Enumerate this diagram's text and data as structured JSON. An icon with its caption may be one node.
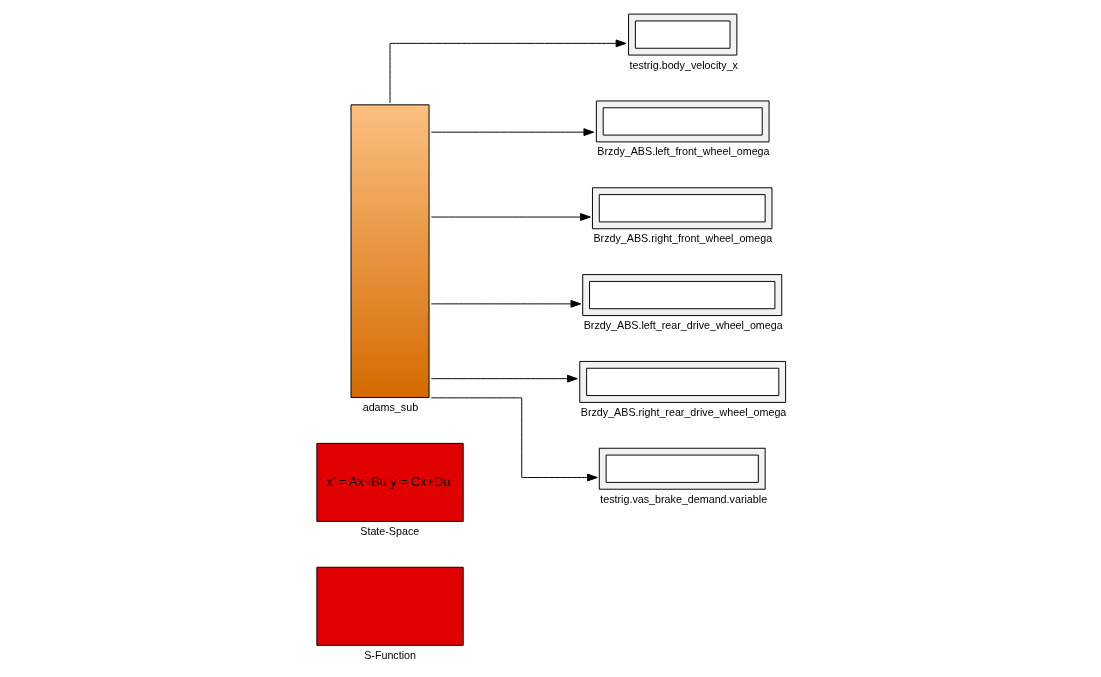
{
  "diagram": {
    "nodes": [
      {
        "text": [],
        "shape": "box",
        "beside": [
          "S-Function"
        ]
      },
      {
        "text": [
          "x' = Ax+Bu y = Cx+Du"
        ],
        "beside": [
          "State-Space"
        ]
      },
      {
        "text": [],
        "shape": "bar",
        "beside": [
          "adams_sub"
        ]
      },
      {
        "text": [],
        "shape": "box",
        "beside": [
          "testrig.body_velocity_x"
        ]
      },
      {
        "text": [],
        "shape": "box",
        "beside": [
          "Brzdy_ABS.left_front_wheel_omega"
        ]
      },
      {
        "text": [],
        "shape": "box",
        "beside": [
          "Brzdy_ABS.right_front_wheel_omega"
        ]
      },
      {
        "text": [],
        "shape": "box",
        "beside": [
          "Brzdy_ABS.left_rear_drive_wheel_omega"
        ]
      },
      {
        "text": [],
        "shape": "box",
        "beside": [
          "Brzdy_ABS.right_rear_drive_wheel_omega"
        ]
      },
      {
        "text": [],
        "shape": "box",
        "beside": [
          "testrig.vas_brake_demand.variable"
        ]
      }
    ],
    "edges": [
      {
        "from": 2,
        "to": 3,
        "arrow": "to"
      },
      {
        "from": 2,
        "to": 4,
        "arrow": "to"
      },
      {
        "from": 2,
        "to": 5,
        "arrow": "to"
      },
      {
        "from": 2,
        "to": 6,
        "arrow": "to"
      },
      {
        "from": 2,
        "to": 7,
        "arrow": "to"
      },
      {
        "from": 2,
        "to": 8,
        "arrow": "to"
      }
    ]
  }
}
